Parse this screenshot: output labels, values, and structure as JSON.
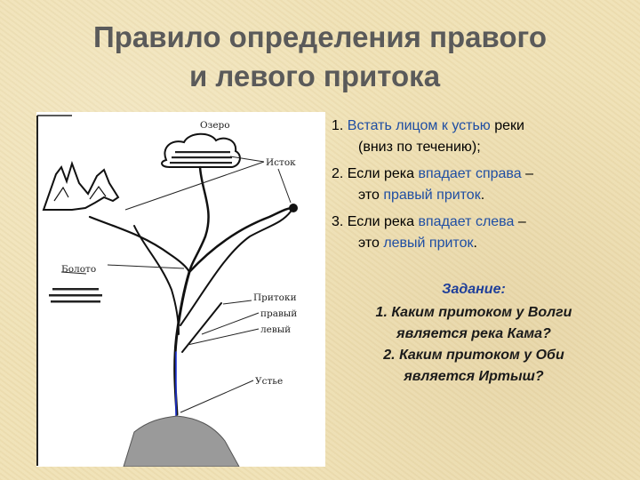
{
  "title": {
    "line1": "Правило определения правого",
    "line2": "и левого притока"
  },
  "diagram": {
    "labels": {
      "lake": "Озеро",
      "source": "Исток",
      "swamp": "Болото",
      "tributaries": "Притоки",
      "right": "правый",
      "left": "левый",
      "mouth": "Устье"
    }
  },
  "rules": [
    {
      "num": "1.",
      "parts": [
        "Встать лицом к устью",
        " реки"
      ],
      "cont": "(вниз по течению);"
    },
    {
      "num": "2.",
      "parts": [
        "Если река ",
        "впадает справа",
        " –"
      ],
      "cont_parts": [
        "это ",
        "правый приток",
        "."
      ]
    },
    {
      "num": "3.",
      "parts": [
        "Если река ",
        "впадает слева",
        " –"
      ],
      "cont_parts": [
        "это ",
        "левый приток",
        "."
      ]
    }
  ],
  "task": {
    "heading": "Задание:",
    "q1_line1": "1. Каким притоком у Волги",
    "q1_line2": "является река Кама?",
    "q2_line1": "2. Каким притоком у Оби",
    "q2_line2": "является Иртыш?"
  },
  "colors": {
    "title": "#5a5a5a",
    "accent_blue": "#1f4ea3",
    "background": "#f0e2b6"
  }
}
